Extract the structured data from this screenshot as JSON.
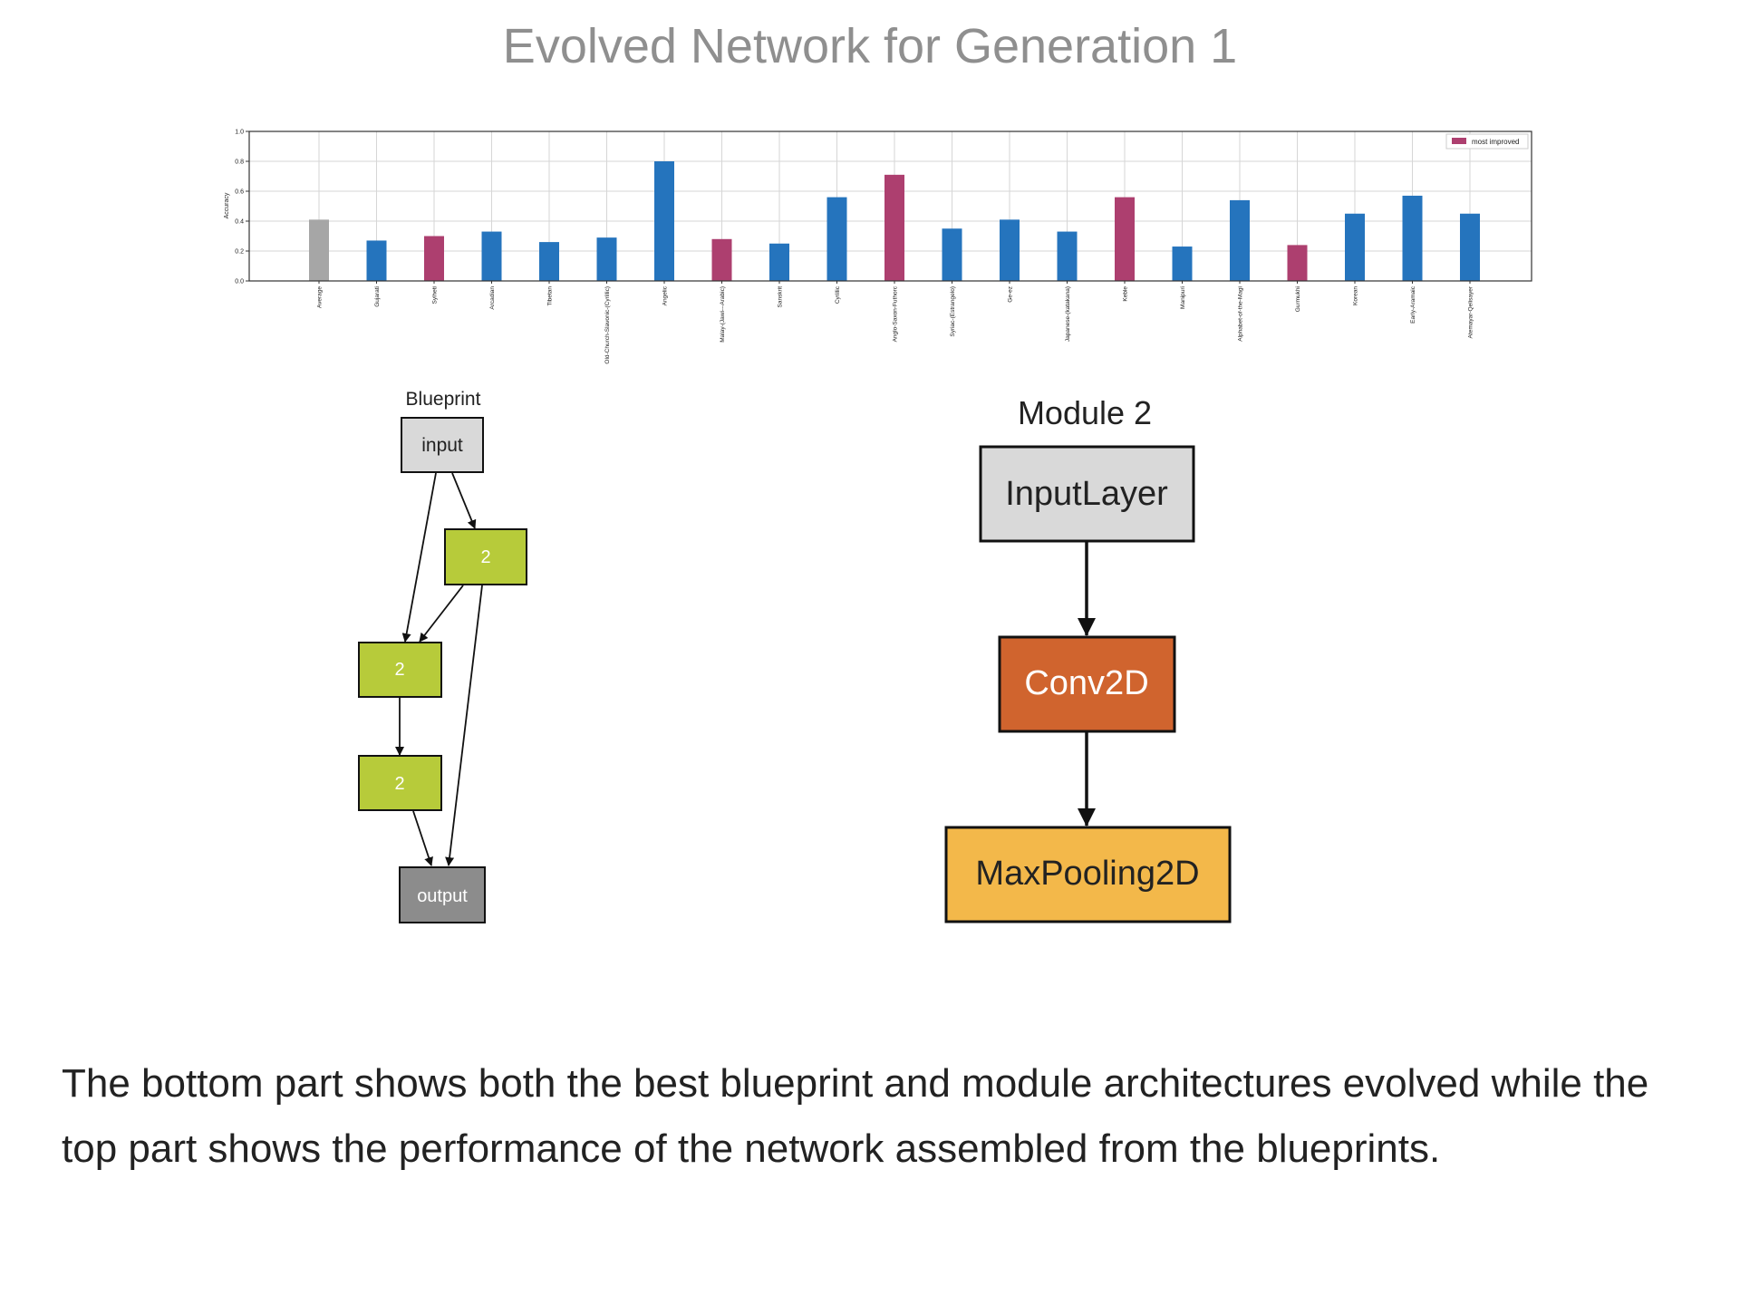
{
  "title": "Evolved Network for Generation 1",
  "chart_data": {
    "type": "bar",
    "ylabel": "Accuracy",
    "ylim": [
      0,
      1.0
    ],
    "yticks": [
      "0.0",
      "0.2",
      "0.4",
      "0.6",
      "0.8",
      "1.0"
    ],
    "grid": true,
    "legend_position": "top-right",
    "legend": [
      {
        "name": "most improved",
        "color": "#ad3f6f"
      }
    ],
    "categories": [
      "Average",
      "Gujarati",
      "Sylheti",
      "Arcadian",
      "Tibetan",
      "Old-Church-Slavonic-(Cyrillic)",
      "Angelic",
      "Malay-(Jawi---Arabic)",
      "Sanskrit",
      "Cyrillic",
      "Anglo-Saxon-Futhorc",
      "Syriac-(Estrangelo)",
      "Ge-ez",
      "Japanese-(katakana)",
      "Keble",
      "Manipuri",
      "Alphabet-of-the-Magi",
      "Gurmukhi",
      "Korean",
      "Early-Aramaic",
      "Atemayar-Qelisayer"
    ],
    "values": [
      0.41,
      0.27,
      0.3,
      0.33,
      0.26,
      0.29,
      0.8,
      0.28,
      0.25,
      0.56,
      0.71,
      0.35,
      0.41,
      0.33,
      0.56,
      0.23,
      0.54,
      0.24,
      0.45,
      0.57,
      0.45
    ],
    "bar_status": [
      "average",
      "normal",
      "most-improved",
      "normal",
      "normal",
      "normal",
      "normal",
      "most-improved",
      "normal",
      "normal",
      "most-improved",
      "normal",
      "normal",
      "normal",
      "most-improved",
      "normal",
      "normal",
      "most-improved",
      "normal",
      "normal",
      "normal"
    ],
    "colors": {
      "average": "#a6a6a6",
      "normal": "#2574bd",
      "most-improved": "#ad3f6f"
    }
  },
  "blueprint": {
    "title": "Blueprint",
    "nodes": {
      "input": "input",
      "a": "2",
      "b": "2",
      "c": "2",
      "output": "output"
    }
  },
  "module": {
    "title": "Module 2",
    "layers": [
      "InputLayer",
      "Conv2D",
      "MaxPooling2D"
    ]
  },
  "colors": {
    "input_fill": "#d9d9d9",
    "blueprint_node": "#b7cb3a",
    "output_fill": "#8c8c8c",
    "conv_fill": "#d0642e",
    "pool_fill": "#f3b84a"
  },
  "caption": "The bottom part shows both the best blueprint and module architectures evolved while the top part shows the performance of the network assembled from the blueprints."
}
